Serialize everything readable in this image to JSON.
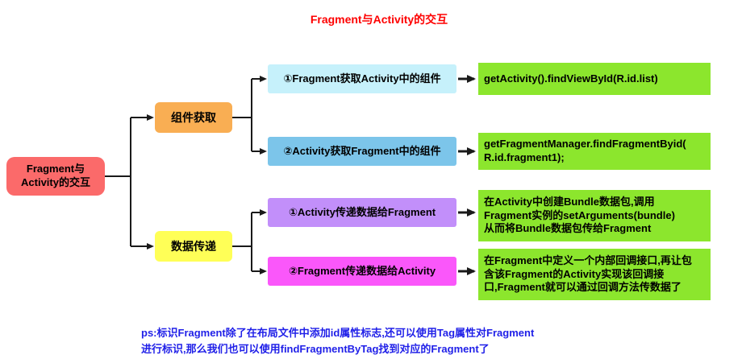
{
  "title": "Fragment与Activity的交互",
  "root": {
    "label": "Fragment与\nActivity的交互"
  },
  "branches": [
    {
      "label": "组件获取"
    },
    {
      "label": "数据传递"
    }
  ],
  "leaves": [
    {
      "label": "①Fragment获取Activity中的组件"
    },
    {
      "label": "②Activity获取Fragment中的组件"
    },
    {
      "label": "①Activity传递数据给Fragment"
    },
    {
      "label": "②Fragment传递数据给Activity"
    }
  ],
  "details": [
    {
      "text": "getActivity().findViewById(R.id.list)"
    },
    {
      "text": "getFragmentManager.findFragmentByid(\nR.id.fragment1);"
    },
    {
      "text": "在Activity中创建Bundle数据包,调用\nFragment实例的setArguments(bundle)\n从而将Bundle数据包传给Fragment"
    },
    {
      "text": "在Fragment中定义一个内部回调接口,再让包\n含该Fragment的Activity实现该回调接\n口,Fragment就可以通过回调方法传数据了"
    }
  ],
  "note": "ps:标识Fragment除了在布局文件中添加id属性标志,还可以使用Tag属性对Fragment\n进行标识,那么我们也可以使用findFragmentByTag找到对应的Fragment了",
  "colors": {
    "title": "#fe0000",
    "root": "#fb6a6a",
    "branch_component": "#f9ae53",
    "branch_data": "#ffff57",
    "leaf_1": "#c6f1fb",
    "leaf_2": "#7cc5ea",
    "leaf_3": "#c28ffa",
    "leaf_4": "#fa57fa",
    "detail": "#8ce62d",
    "note": "#1f1fe8",
    "lines": "#1a1a1a"
  }
}
